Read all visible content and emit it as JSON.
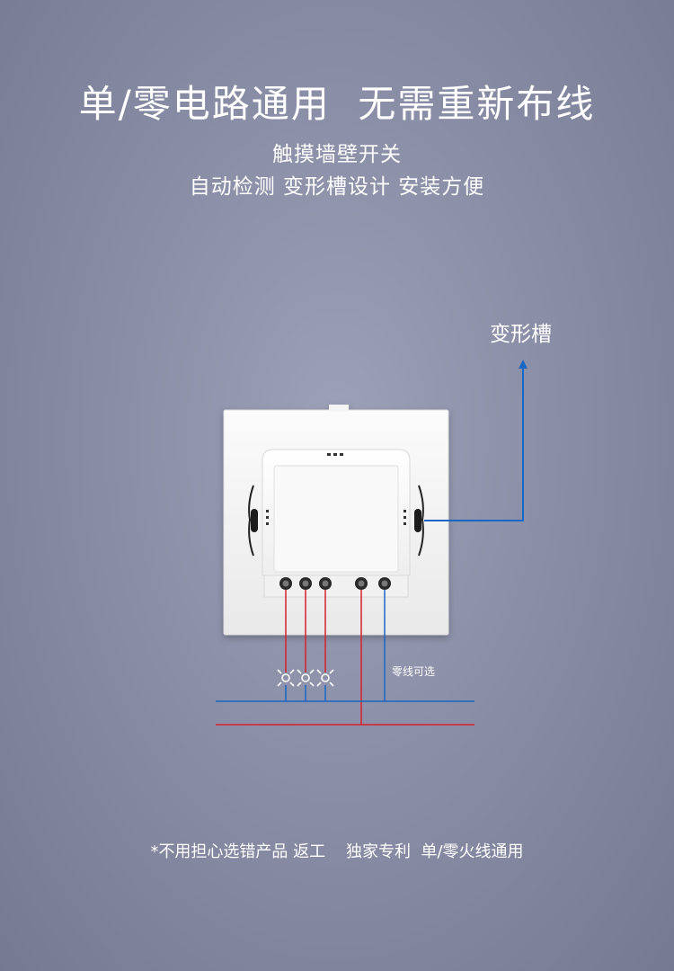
{
  "headline": "单/零电路通用  无需重新布线",
  "subtitle_line1": "触摸墙壁开关",
  "subtitle_line2": "自动检测 变形槽设计 安装方便",
  "callout_label": "变形槽",
  "neutral_optional_label": "零线可选",
  "footer_note": "*不用担心选错产品 返工    独家专利  单/零火线通用",
  "colors": {
    "live_wire": "#d6202a",
    "neutral_wire": "#1a66c4",
    "panel": "#f7f7f7",
    "background": "#8a8ea6"
  }
}
